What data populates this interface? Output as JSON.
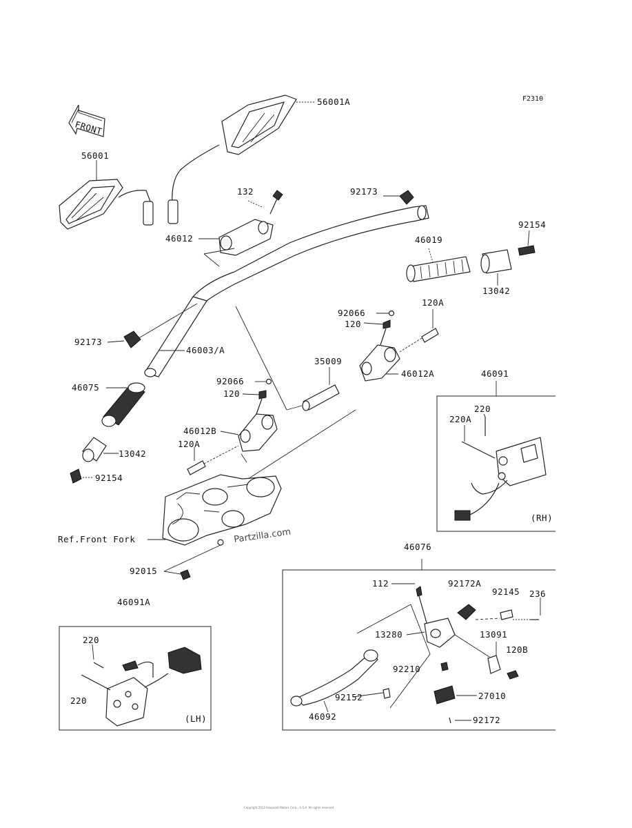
{
  "diagram": {
    "figure_code": "F2310",
    "front_label": "FRONT",
    "watermark": "Partzilla.com",
    "copyright": "Copyright 2012 Kawasaki Motors Corp., U.S.A. All rights reserved.",
    "part_labels": {
      "p56001A": "56001A",
      "p56001": "56001",
      "p132": "132",
      "p92173_top": "92173",
      "p92154_right": "92154",
      "p46012": "46012",
      "p46019": "46019",
      "p13042_right": "13042",
      "p92066_right": "92066",
      "p120A_right": "120A",
      "p120_right": "120",
      "p92173_left": "92173",
      "p46003A": "46003/A",
      "p35009": "35009",
      "p46012A": "46012A",
      "p46091": "46091",
      "p46075": "46075",
      "p92066_left": "92066",
      "p120_left": "120",
      "p220_rh": "220",
      "p220A_rh": "220A",
      "p46012B": "46012B",
      "p120A_left": "120A",
      "p13042_left": "13042",
      "p92154_left": "92154",
      "ref_front_fork": "Ref.Front Fork",
      "p46076": "46076",
      "p92015": "92015",
      "p112": "112",
      "p92172A": "92172A",
      "p92145": "92145",
      "p236": "236",
      "p46091A": "46091A",
      "p13280": "13280",
      "p13091": "13091",
      "p120B": "120B",
      "p220_lh_top": "220",
      "p92210": "92210",
      "p27010": "27010",
      "p220_lh_bottom": "220",
      "p92152": "92152",
      "p46092": "46092",
      "p92172": "92172"
    },
    "inset_rh": {
      "tag": "(RH)"
    },
    "inset_lh": {
      "tag": "(LH)"
    }
  }
}
